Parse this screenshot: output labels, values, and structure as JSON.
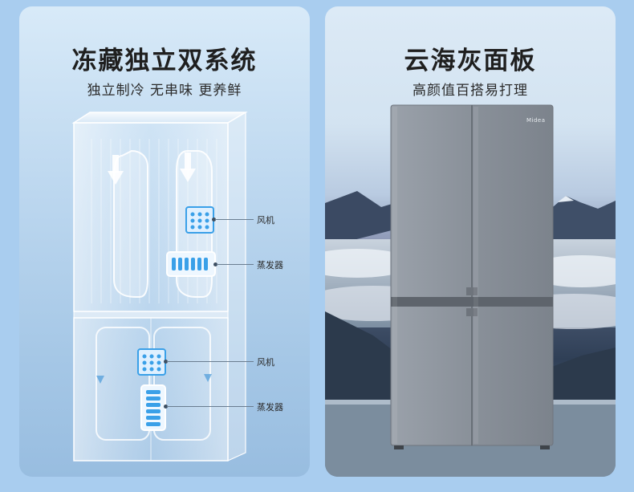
{
  "left": {
    "title": "冻藏独立双系统",
    "subtitle": "独立制冷 无串味 更养鲜",
    "callouts": {
      "fan_upper": "风机",
      "evaporator_upper": "蒸发器",
      "fan_lower": "风机",
      "evaporator_lower": "蒸发器"
    }
  },
  "right": {
    "title": "云海灰面板",
    "subtitle": "高颜值百搭易打理",
    "brand": "Midea"
  },
  "colors": {
    "left_panel_bg": "#bcd7ef",
    "page_bg": "#a9cdef",
    "fridge_panel": "#8a929c",
    "airflow_blue": "#3aa0e8"
  }
}
